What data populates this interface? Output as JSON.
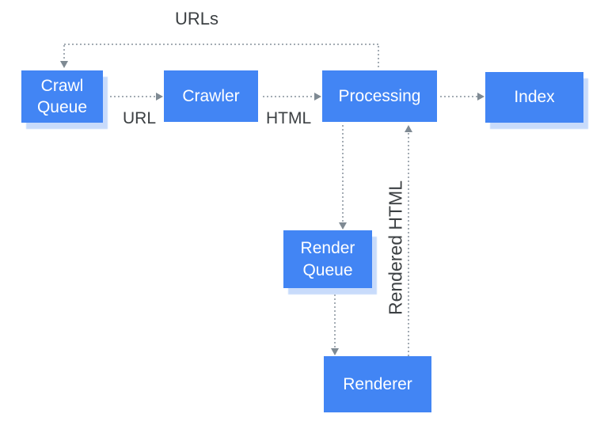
{
  "diagram": {
    "type": "flowchart",
    "description_style": {
      "line_style": "dotted",
      "arrowhead_style": "solid-triangle"
    },
    "nodes": {
      "crawl_queue": {
        "label": "Crawl Queue",
        "shadow": true
      },
      "crawler": {
        "label": "Crawler",
        "shadow": false
      },
      "processing": {
        "label": "Processing",
        "shadow": false
      },
      "index": {
        "label": "Index",
        "shadow": true
      },
      "render_queue": {
        "label": "Render Queue",
        "shadow": true
      },
      "renderer": {
        "label": "Renderer",
        "shadow": false
      }
    },
    "edges": [
      {
        "from": "crawl_queue",
        "to": "crawler",
        "label": "URL"
      },
      {
        "from": "crawler",
        "to": "processing",
        "label": "HTML"
      },
      {
        "from": "processing",
        "to": "index",
        "label": ""
      },
      {
        "from": "processing",
        "to": "crawl_queue",
        "label": "URLs"
      },
      {
        "from": "processing",
        "to": "render_queue",
        "label": ""
      },
      {
        "from": "render_queue",
        "to": "renderer",
        "label": ""
      },
      {
        "from": "renderer",
        "to": "processing",
        "label": "Rendered HTML"
      }
    ],
    "colors": {
      "node_fill": "#4285f4",
      "node_text": "#ffffff",
      "node_shadow": "#c8dbfb",
      "edge_dots": "#a4acb4",
      "arrowhead": "#7f8a93",
      "edge_label_text": "#3c4043",
      "background": "#ffffff"
    }
  }
}
